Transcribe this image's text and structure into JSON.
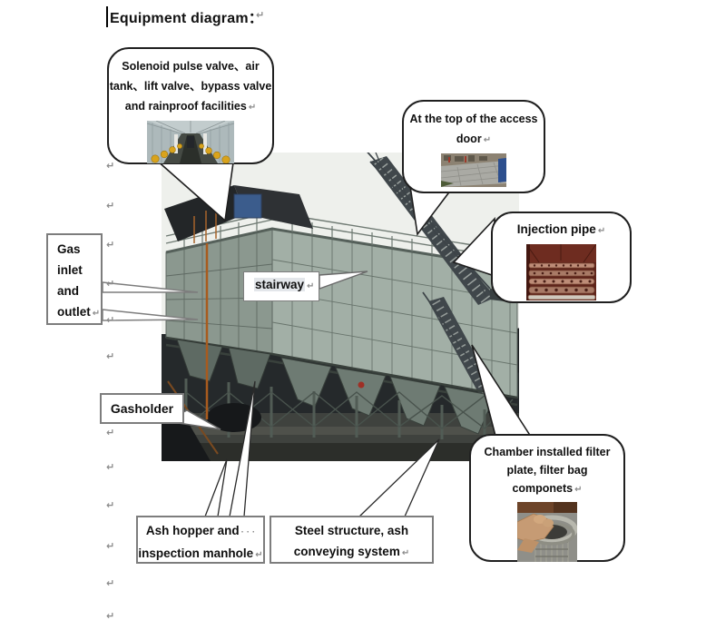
{
  "title": {
    "text": "Equipment diagram："
  },
  "marks": {
    "return_glyph": "↵",
    "space_dots": "· · ·"
  },
  "callouts": {
    "solenoid": {
      "line1": "Solenoid pulse valve、air",
      "line2": "tank、lift valve、bypass valve",
      "line3": "and rainproof facilities",
      "photo_name": "rainproof-enclosure-interior-photo"
    },
    "access_door": {
      "line1": "At the top of the access",
      "line2": "door",
      "photo_name": "rooftop-access-door-photo"
    },
    "injection_pipe": {
      "label": "Injection pipe",
      "photo_name": "injection-pipe-photo"
    },
    "chamber": {
      "line1": "Chamber installed filter",
      "line2": "plate, filter bag",
      "line3": "componets",
      "photo_name": "filter-bag-components-photo"
    }
  },
  "boxes": {
    "gas": {
      "line1": "Gas",
      "line2": "inlet",
      "line3": "and",
      "line4": "outlet"
    },
    "stairway": {
      "label": "stairway"
    },
    "gasholder": {
      "label": "Gasholder"
    },
    "ash_hopper": {
      "line1": "Ash hopper and",
      "line2": "inspection manhole"
    },
    "steel": {
      "line1": "Steel structure, ash",
      "line2": "conveying system"
    }
  },
  "photo": {
    "name": "baghouse-dust-collector-photo"
  },
  "colors": {
    "callout_border": "#1f1f1f",
    "box_border": "#7d7d7d",
    "mark_gray": "#8a8a8a",
    "structure_panel": "#a2afa6",
    "structure_panel_dark": "#8b988f",
    "sky": "#eef0ec"
  }
}
